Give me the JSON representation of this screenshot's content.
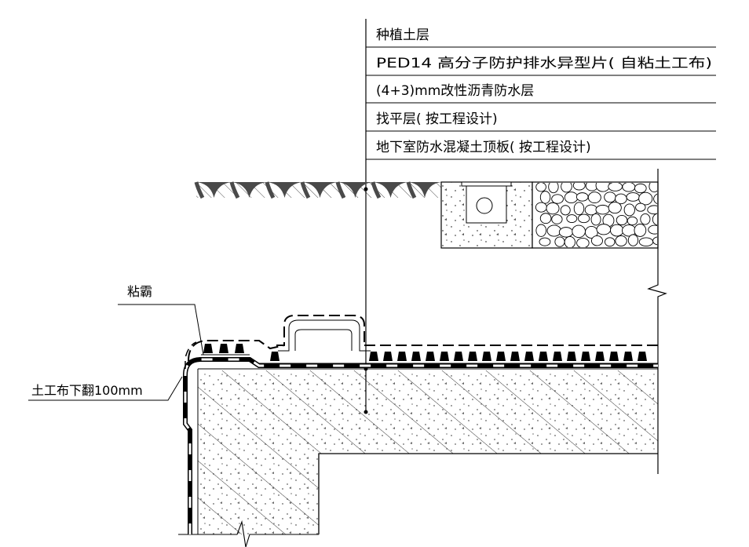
{
  "drawing": {
    "title": "地下室顶板种植屋面排水防水构造详图",
    "layer_legend": [
      {
        "id": "planting-soil",
        "label": "种植土层"
      },
      {
        "id": "drainage-sheet",
        "label": "PED14 高分子防护排水异型片( 自粘土工布)"
      },
      {
        "id": "waterproof-membrane",
        "label": "(4+3)mm改性沥青防水层"
      },
      {
        "id": "leveling-layer",
        "label": "找平层( 按工程设计)"
      },
      {
        "id": "roof-slab",
        "label": "地下室防水混凝土顶板( 按工程设计)"
      }
    ],
    "callouts": {
      "adhesive": "粘霸",
      "geotextile_fold": "土工布下翻100mm"
    },
    "colors": {
      "line": "#000000",
      "soil_fill": "#4a4a4a",
      "background": "#ffffff"
    }
  }
}
